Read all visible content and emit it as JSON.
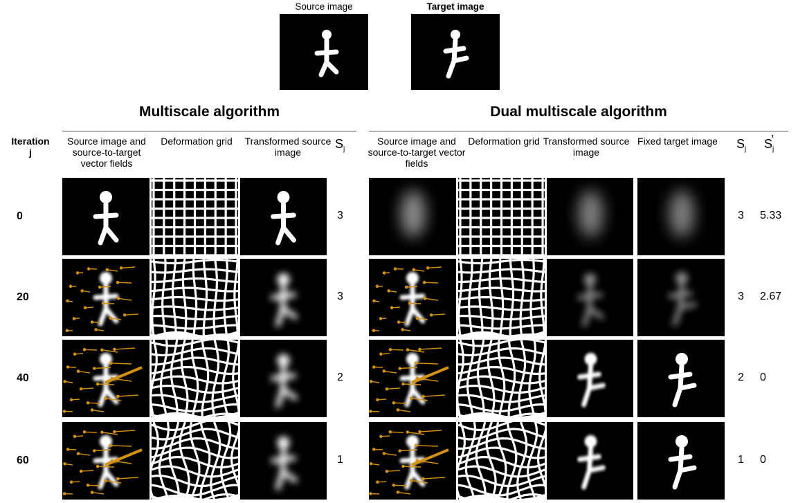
{
  "top": {
    "source_label": "Source image",
    "target_label": "Target image"
  },
  "left": {
    "title": "Multiscale algorithm",
    "headers": {
      "iteration": "Iteration",
      "iteration_sym": "j",
      "col1": "Source image and source-to-target vector fields",
      "col2": "Deformation grid",
      "col3": "Transformed source image",
      "col4": "S",
      "col4_sub": "j"
    }
  },
  "right": {
    "title": "Dual multiscale algorithm",
    "headers": {
      "col1": "Source image and source-to-target vector fields",
      "col2": "Deformation grid",
      "col3": "Transformed source image",
      "col4": "Fixed target image",
      "col5": "S",
      "col5_sub": "j",
      "col6": "S",
      "col6_sub": "j",
      "col6_prime": "’"
    }
  },
  "rows": [
    {
      "iteration": "0",
      "s_left": "3",
      "s_right": "3",
      "s_prime": "5.33"
    },
    {
      "iteration": "20",
      "s_left": "3",
      "s_right": "3",
      "s_prime": "2.67"
    },
    {
      "iteration": "40",
      "s_left": "2",
      "s_right": "2",
      "s_prime": "0"
    },
    {
      "iteration": "60",
      "s_left": "1",
      "s_right": "1",
      "s_prime": "0"
    }
  ],
  "colors": {
    "panel_bg": "#000000",
    "figure": "#ffffff",
    "arrow": "#d4900f",
    "grid_line": "#ffffff",
    "rule": "#555555"
  }
}
